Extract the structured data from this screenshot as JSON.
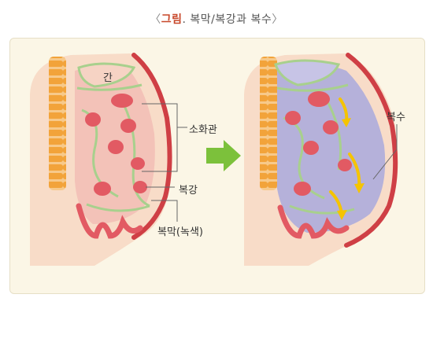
{
  "title": {
    "open": "〈",
    "prefix": "그림",
    "dot": ".",
    "text": "복막/복강과 복수",
    "close": "〉"
  },
  "labels": {
    "liver": "간",
    "intestine": "소화관",
    "cavity": "복강",
    "peritoneum": "복막(녹색)",
    "ascites": "복수"
  },
  "colors": {
    "accent": "#c8472a",
    "spine": "#f2a33a",
    "peritoneum": "#a8d08d",
    "organ": "#e25a63",
    "ascites": "#a9a9dd",
    "arrow": "#7cc13b",
    "flow_arrow": "#f5c400",
    "skin": "#f8dcc8",
    "wall": "#cf3f45"
  },
  "icons": {
    "transition": "right-arrow-icon",
    "flow": "curved-arrow-icon"
  }
}
